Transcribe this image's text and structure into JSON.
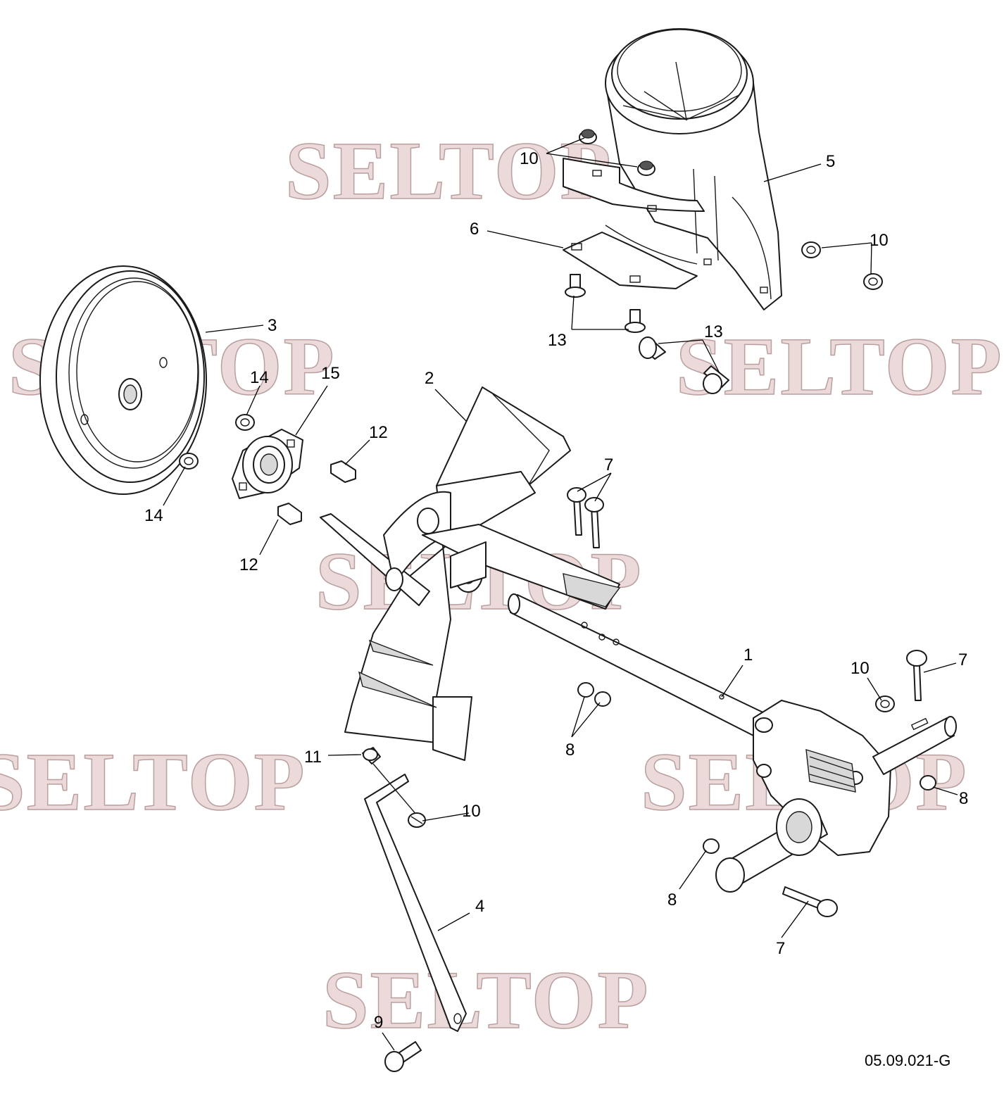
{
  "watermark": {
    "text": "SELTOP"
  },
  "document_code": "05.09.021-G",
  "callouts": {
    "c1": "1",
    "c2": "2",
    "c3": "3",
    "c4": "4",
    "c5": "5",
    "c6": "6",
    "c7a": "7",
    "c7b": "7",
    "c7c": "7",
    "c8a": "8",
    "c8b": "8",
    "c8c": "8",
    "c9": "9",
    "c10a": "10",
    "c10b": "10",
    "c10c": "10",
    "c10d": "10",
    "c11": "11",
    "c12a": "12",
    "c12b": "12",
    "c13a": "13",
    "c13b": "13",
    "c14a": "14",
    "c14b": "14",
    "c15": "15"
  },
  "colors": {
    "line": "#1a1a1a",
    "watermark_fill": "#e8d2d2"
  }
}
